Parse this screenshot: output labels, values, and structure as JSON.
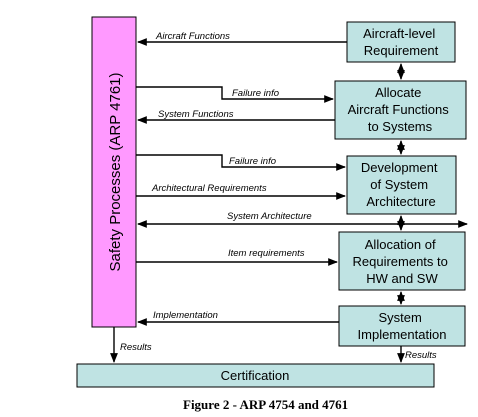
{
  "colors": {
    "safety_fill": "#ff99ff",
    "box_fill": "#bfe3e3",
    "box_stroke": "#000000",
    "line": "#000000"
  },
  "safety_panel": {
    "label": "Safety Processes (ARP 4761)"
  },
  "boxes": {
    "aircraft_level": [
      "Aircraft-level",
      "Requirement"
    ],
    "allocate": [
      "Allocate",
      "Aircraft Functions",
      "to Systems"
    ],
    "development": [
      "Development",
      "of System",
      "Architecture"
    ],
    "allocation_req": [
      "Allocation of",
      "Requirements to",
      "HW and SW"
    ],
    "implementation": [
      "System",
      "Implementation"
    ],
    "certification": "Certification"
  },
  "flows": {
    "aircraft_functions": "Aircraft Functions",
    "failure_info_1": "Failure info",
    "system_functions": "System Functions",
    "failure_info_2": "Failure info",
    "architectural_requirements": "Architectural Requirements",
    "system_architecture": "System Architecture",
    "item_requirements": "Item requirements",
    "implementation": "Implementation",
    "results_left": "Results",
    "results_right": "Results"
  },
  "caption": "Figure 2 - ARP 4754 and 4761"
}
